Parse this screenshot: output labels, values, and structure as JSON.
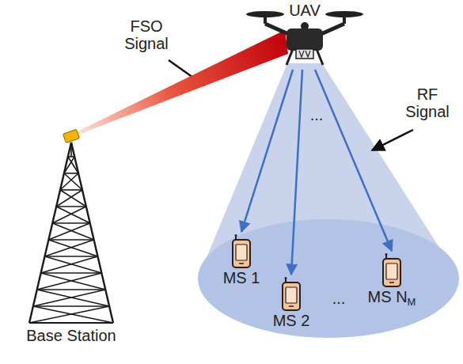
{
  "diagram": {
    "nodes": [
      {
        "text": [
          "Base Station"
        ]
      },
      {
        "text": [
          "UAV"
        ]
      },
      {
        "text": [
          "MS 1"
        ]
      },
      {
        "text": [
          "MS 2"
        ]
      },
      {
        "text": [
          "MS NM"
        ]
      }
    ],
    "edges": [
      {
        "from": 0,
        "to": 1,
        "arrow": "none"
      },
      {
        "from": 1,
        "to": 2,
        "arrow": "to"
      },
      {
        "from": 1,
        "to": 3,
        "arrow": "to"
      },
      {
        "from": 1,
        "to": 4,
        "arrow": "to"
      }
    ],
    "labels": [
      "FSO Signal",
      "RF Signal",
      "...",
      "..."
    ]
  }
}
